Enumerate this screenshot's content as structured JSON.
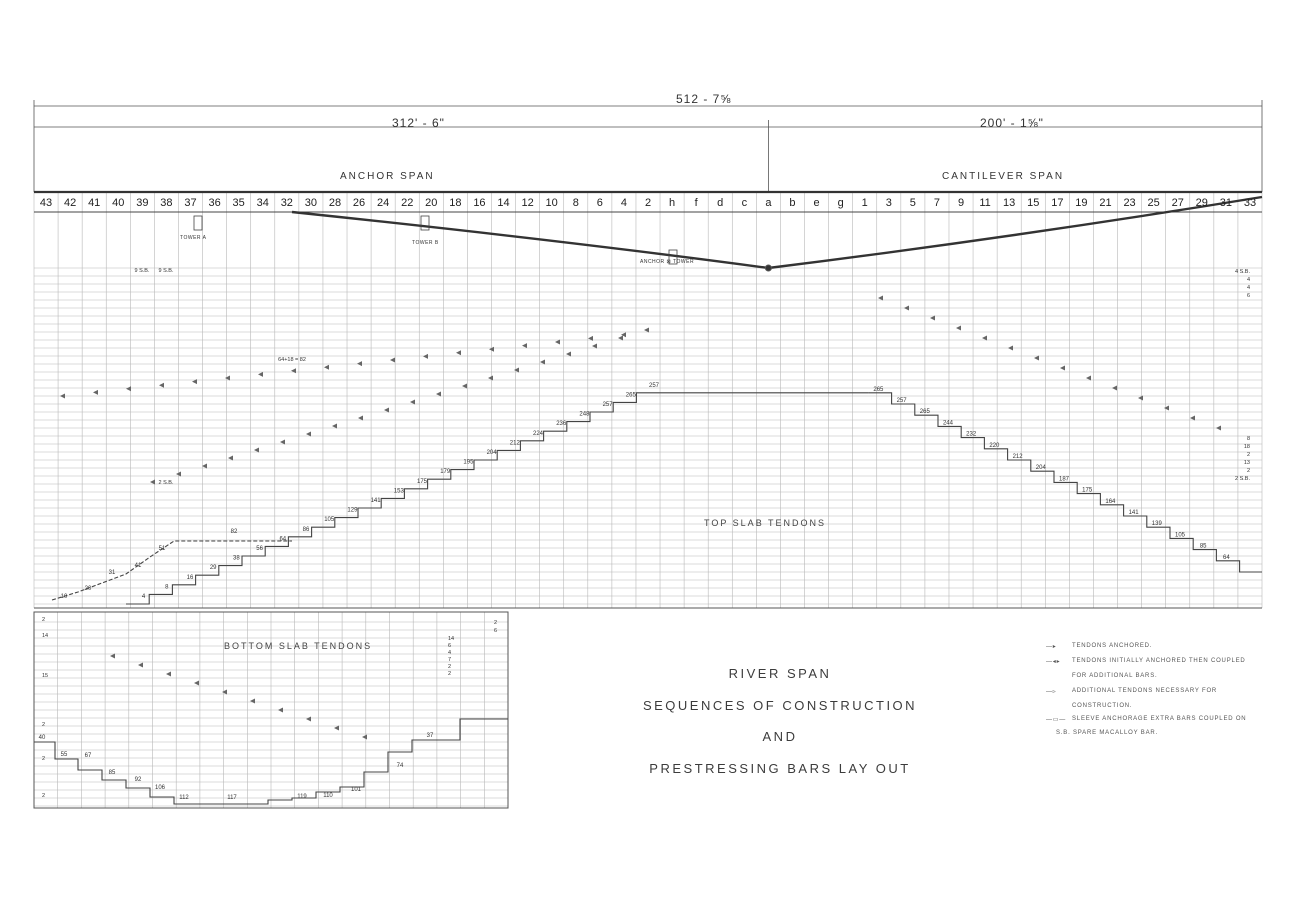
{
  "dimensions": {
    "total": "512 - 7⅝",
    "anchor_side": "312' - 6\"",
    "cantilever_side": "200' - 1⅝\""
  },
  "spans": {
    "anchor": "ANCHOR SPAN",
    "cantilever": "CANTILEVER SPAN"
  },
  "segments": [
    "43",
    "42",
    "41",
    "40",
    "39",
    "38",
    "37",
    "36",
    "35",
    "34",
    "32",
    "30",
    "28",
    "26",
    "24",
    "22",
    "20",
    "18",
    "16",
    "14",
    "12",
    "10",
    "8",
    "6",
    "4",
    "2",
    "h",
    "f",
    "d",
    "c",
    "a",
    "b",
    "e",
    "g",
    "1",
    "3",
    "5",
    "7",
    "9",
    "11",
    "13",
    "15",
    "17",
    "19",
    "21",
    "23",
    "25",
    "27",
    "29",
    "31",
    "33"
  ],
  "towers": {
    "tower_a": "TOWER A",
    "tower_b": "TOWER B",
    "anchor_tower": "ANCHOR ⊠ TOWER"
  },
  "sections": {
    "top_slab": "TOP SLAB TENDONS",
    "bottom_slab": "BOTTOM SLAB TENDONS"
  },
  "title": {
    "line1": "RIVER SPAN",
    "line2": "SEQUENCES OF CONSTRUCTION",
    "line3": "AND",
    "line4": "PRESTRESSING BARS LAY OUT"
  },
  "legend": {
    "item1": "TENDONS ANCHORED.",
    "item2": "TENDONS INITIALLY ANCHORED THEN COUPLED",
    "item2b": "FOR ADDITIONAL BARS.",
    "item3": "ADDITIONAL TENDONS NECESSARY FOR",
    "item3b": "CONSTRUCTION.",
    "item4": "SLEEVE ANCHORAGE EXTRA BARS COUPLED ON",
    "item4b": "S.B. SPARE MACALLOY BAR."
  },
  "top_steps_left": [
    "10",
    "20",
    "31",
    "41",
    "51",
    "82"
  ],
  "top_steps_mid": [
    "4",
    "8",
    "16",
    "29",
    "38",
    "56",
    "64",
    "86",
    "105",
    "129",
    "141",
    "153",
    "175",
    "179",
    "195",
    "204",
    "212",
    "224",
    "236",
    "248",
    "257",
    "265",
    "257"
  ],
  "top_steps_right": [
    "265",
    "257",
    "265",
    "244",
    "232",
    "220",
    "212",
    "204",
    "187",
    "175",
    "164",
    "141",
    "139",
    "105",
    "85",
    "64"
  ],
  "top_left_annotations": [
    "9 S.B.",
    "9 S.B.",
    "64+18 = 82",
    "2 S.B."
  ],
  "top_right_annotations": [
    "4 S.B.",
    "4",
    "4",
    "6",
    "8",
    "18",
    "2",
    "13",
    "2",
    "2 S.B."
  ],
  "bottom_steps": [
    "40",
    "55",
    "67",
    "85",
    "92",
    "106",
    "112",
    "117",
    "119",
    "110",
    "101",
    "74",
    "37"
  ],
  "bottom_left_numbers": [
    "2",
    "14",
    "15",
    "2",
    "2",
    "2"
  ],
  "bottom_right_column": [
    "14",
    "6",
    "4",
    "7",
    "2",
    "2"
  ],
  "bottom_far_right": [
    "2",
    "6"
  ]
}
